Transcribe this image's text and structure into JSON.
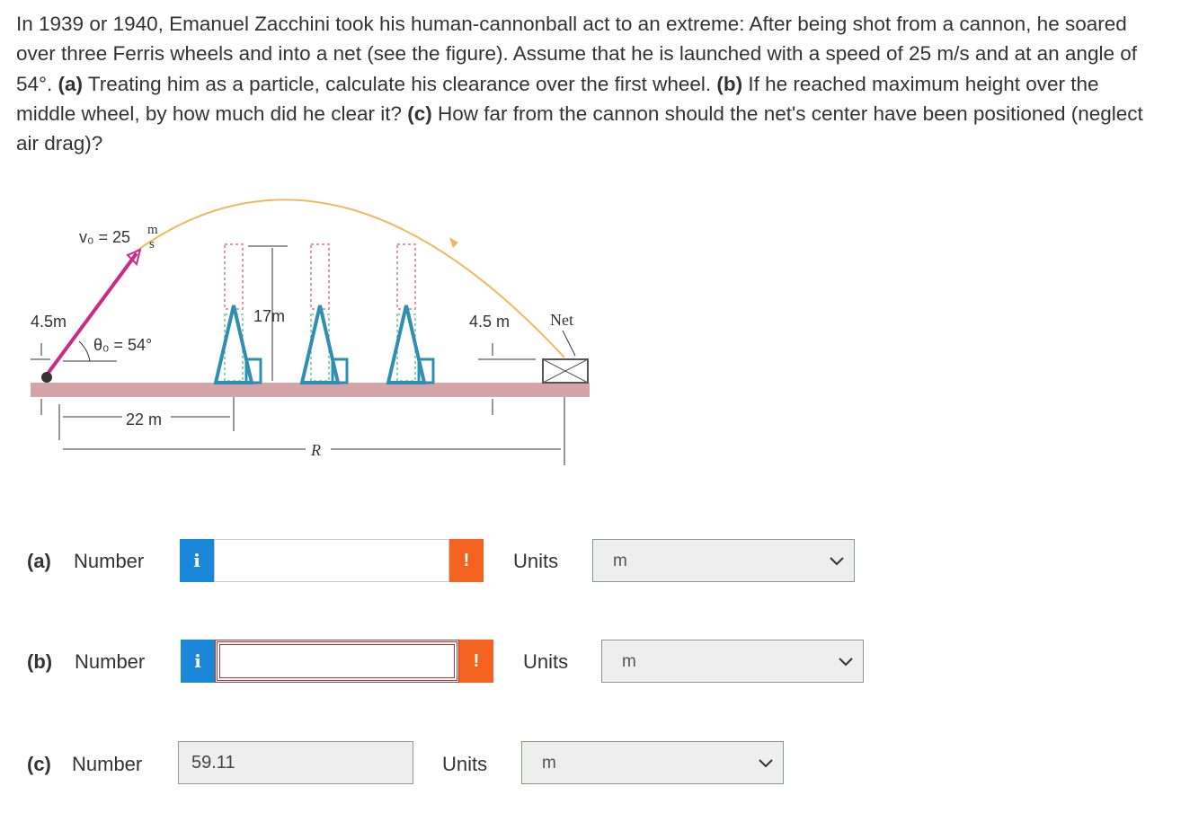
{
  "problem": {
    "line1": "In 1939 or 1940, Emanuel Zacchini took his human-cannonball act to an extreme: After being shot from a cannon, he soared",
    "line2": "over three Ferris wheels and into a net (see the figure). Assume that he is launched with a speed of 25 m/s and at an angle of",
    "line3_pre": "54°. ",
    "a_tag": "(a)",
    "line3_a": " Treating him as a particle, calculate his clearance over the first wheel. ",
    "b_tag": "(b)",
    "line3_b": " If he reached maximum height over the",
    "line4_pre": "middle wheel, by how much did he clear it? ",
    "c_tag": "(c)",
    "line4_c": " How far from the cannon should the net's center have been positioned (neglect",
    "line5": "air drag)?"
  },
  "figure": {
    "v0_label": "v₀ = 25",
    "v0_unit_num": "m",
    "v0_unit_den": "s",
    "theta_label": "θ₀ = 54°",
    "left_height": "4.5m",
    "wheel_height": "17m",
    "right_height": "4.5 m",
    "net_label": "Net",
    "dist_22": "22 m",
    "dist_R": "R"
  },
  "answers": [
    {
      "part": "(a)",
      "number_label": "Number",
      "info": "i",
      "value": "",
      "warn": "!",
      "units_label": "Units",
      "unit": "m"
    },
    {
      "part": "(b)",
      "number_label": "Number",
      "info": "i",
      "value": "",
      "warn": "!",
      "units_label": "Units",
      "unit": "m"
    },
    {
      "part": "(c)",
      "number_label": "Number",
      "value": "59.11",
      "units_label": "Units",
      "unit": "m"
    }
  ],
  "colors": {
    "info": "#1a87d8",
    "warn": "#f4621f",
    "ground": "#d4a5a8",
    "trajectory": "#f0b860",
    "cannon": "#cc2a88"
  }
}
